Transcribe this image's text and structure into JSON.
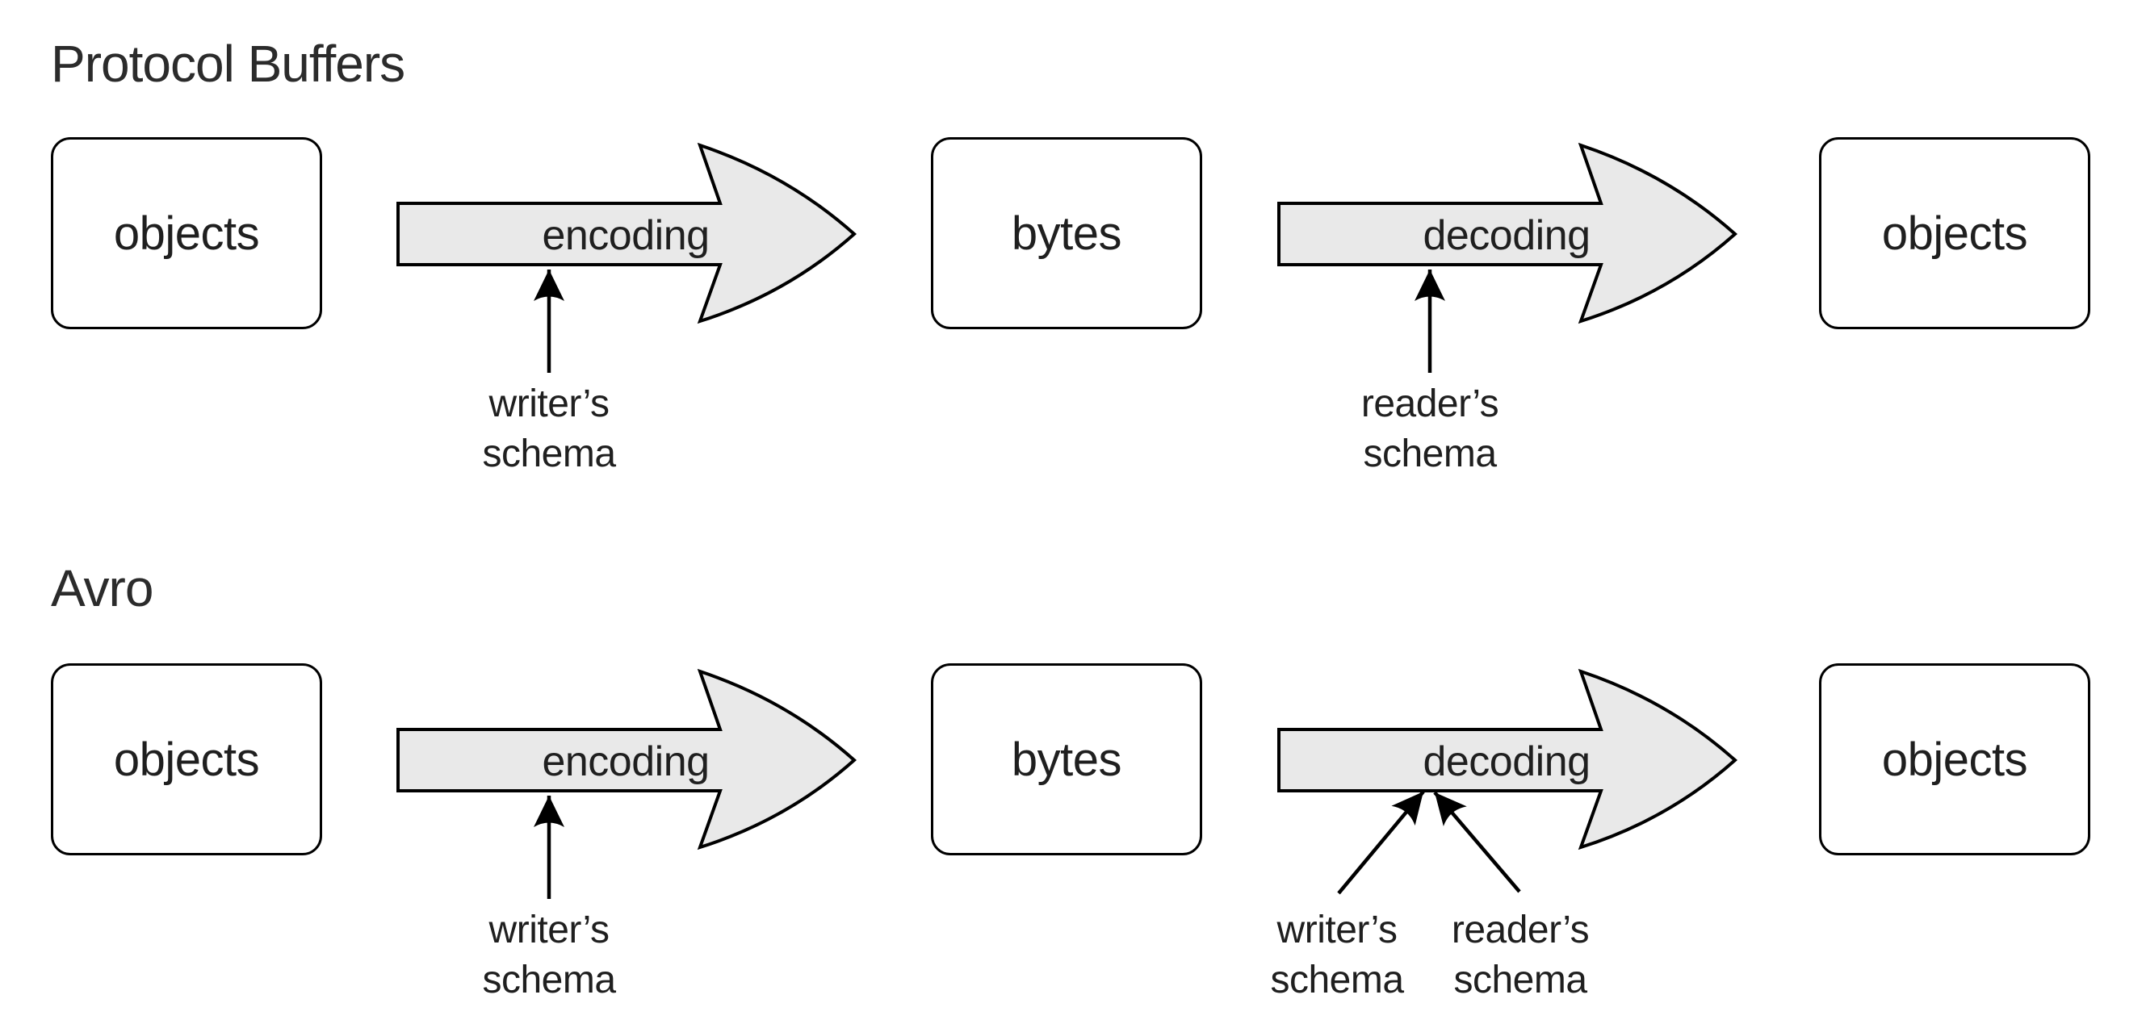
{
  "colors": {
    "arrow_fill": "#e9e9e9",
    "stroke": "#000000",
    "text": "#1f1f1f",
    "bg": "#ffffff"
  },
  "sections": [
    {
      "title": "Protocol Buffers",
      "flow": {
        "source": "objects",
        "encode_arrow": "encoding",
        "middle": "bytes",
        "decode_arrow": "decoding",
        "result": "objects"
      },
      "encode_inputs": [
        {
          "line1": "writer’s",
          "line2": "schema"
        }
      ],
      "decode_inputs": [
        {
          "line1": "reader’s",
          "line2": "schema"
        }
      ]
    },
    {
      "title": "Avro",
      "flow": {
        "source": "objects",
        "encode_arrow": "encoding",
        "middle": "bytes",
        "decode_arrow": "decoding",
        "result": "objects"
      },
      "encode_inputs": [
        {
          "line1": "writer’s",
          "line2": "schema"
        }
      ],
      "decode_inputs": [
        {
          "line1": "writer’s",
          "line2": "schema"
        },
        {
          "line1": "reader’s",
          "line2": "schema"
        }
      ]
    }
  ]
}
